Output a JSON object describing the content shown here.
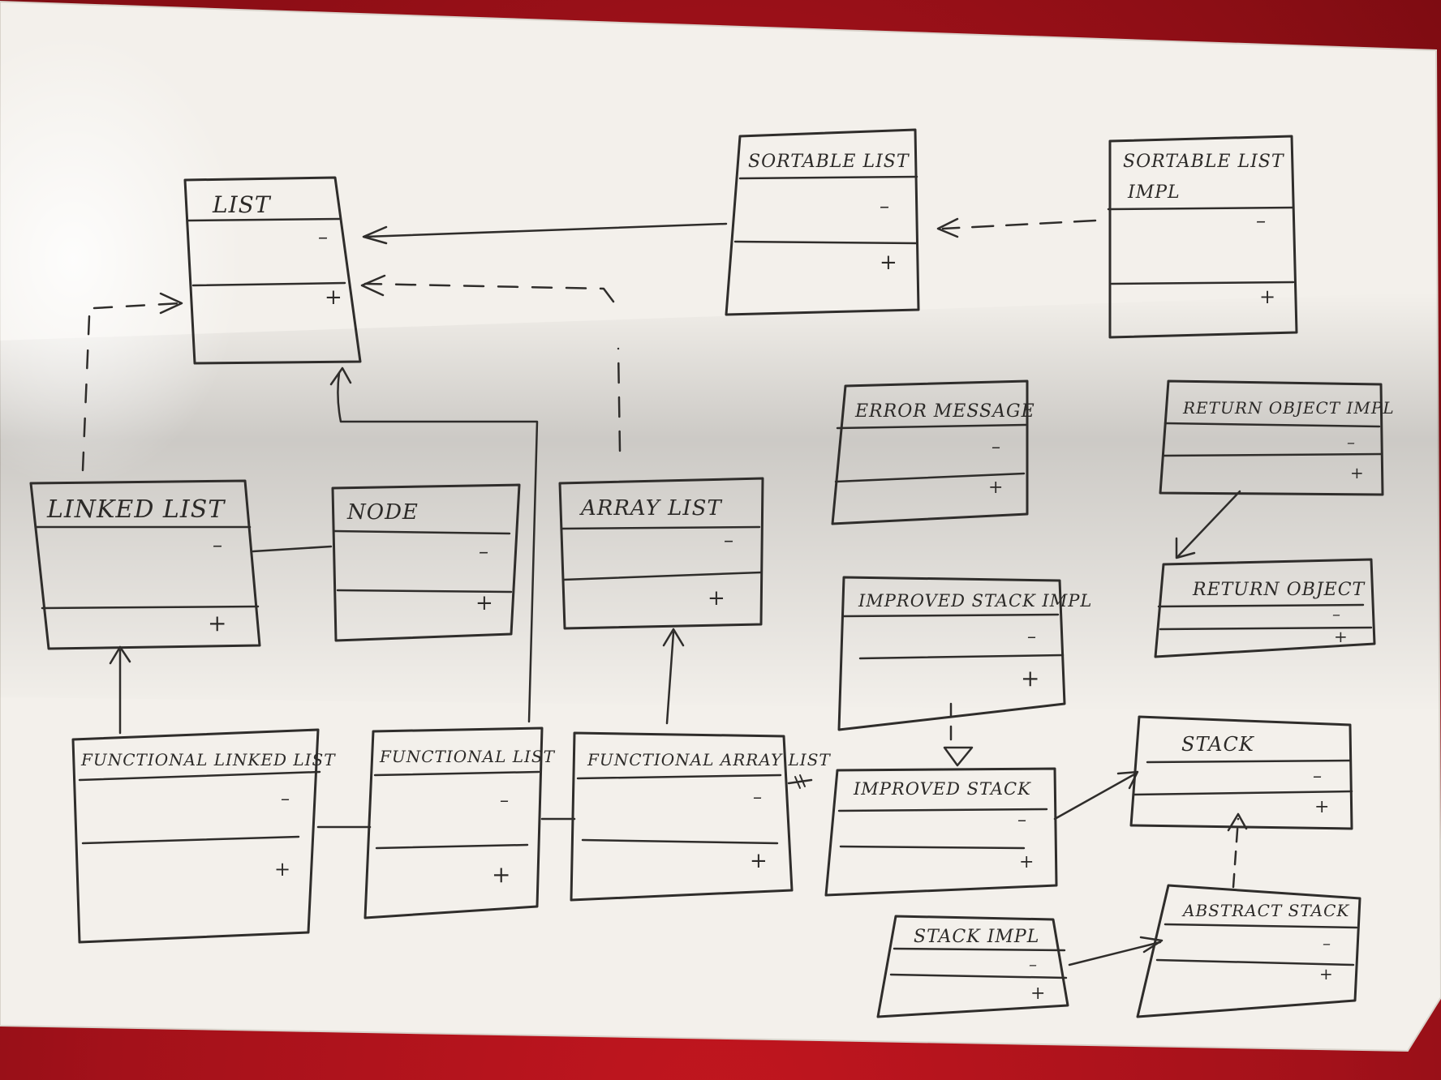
{
  "classes": {
    "list": {
      "name": "LIST",
      "private": "–",
      "public": "+"
    },
    "linked_list": {
      "name": "LINKED LIST",
      "private": "–",
      "public": "+"
    },
    "node": {
      "name": "NODE",
      "private": "–",
      "public": "+"
    },
    "array_list": {
      "name": "ARRAY LIST",
      "private": "–",
      "public": "+"
    },
    "sortable_list": {
      "name": "SORTABLE LIST",
      "private": "–",
      "public": "+"
    },
    "sortable_list_impl": {
      "name": "SORTABLE LIST",
      "name_line2": "IMPL",
      "private": "–",
      "public": "+"
    },
    "error_message": {
      "name": "ERROR MESSAGE",
      "private": "–",
      "public": "+"
    },
    "return_object_impl": {
      "name": "RETURN OBJECT IMPL",
      "private": "–",
      "public": "+"
    },
    "return_object": {
      "name": "RETURN OBJECT",
      "private": "–",
      "public": "+"
    },
    "improved_stack_impl": {
      "name": "IMPROVED STACK IMPL",
      "private": "–",
      "public": "+"
    },
    "functional_linked_list": {
      "name": "FUNCTIONAL LINKED LIST",
      "private": "–",
      "public": "+"
    },
    "functional_list": {
      "name": "FUNCTIONAL LIST",
      "private": "–",
      "public": "+"
    },
    "functional_array_list": {
      "name": "FUNCTIONAL ARRAY LIST",
      "private": "–",
      "public": "+"
    },
    "improved_stack": {
      "name": "IMPROVED STACK",
      "private": "–",
      "public": "+"
    },
    "stack": {
      "name": "STACK",
      "private": "–",
      "public": "+"
    },
    "stack_impl": {
      "name": "STACK IMPL",
      "private": "–",
      "public": "+"
    },
    "abstract_stack": {
      "name": "ABSTRACT STACK",
      "private": "–",
      "public": "+"
    }
  },
  "colors": {
    "paper": "#f4f1ec",
    "ink": "#2f2d2b",
    "table": "#b8141c"
  }
}
